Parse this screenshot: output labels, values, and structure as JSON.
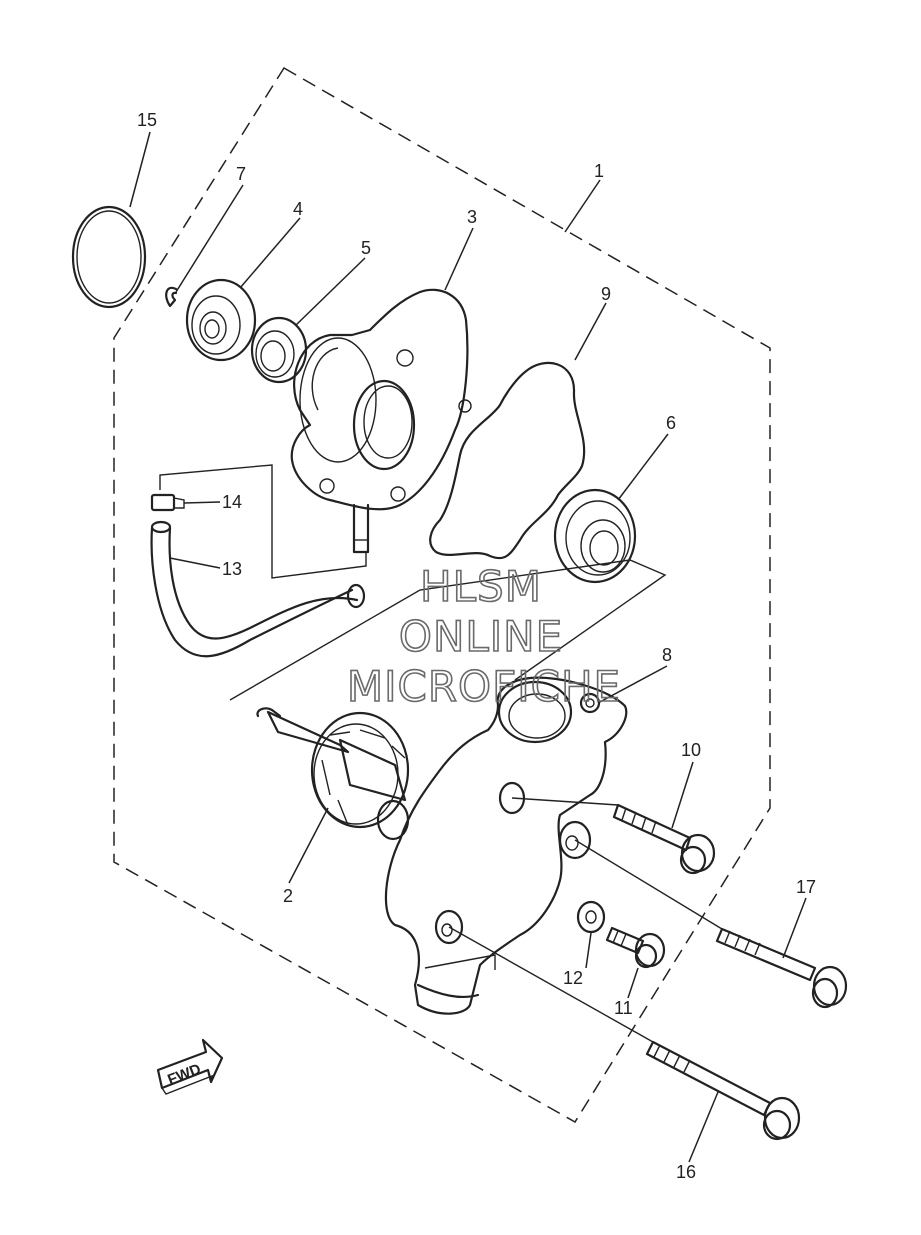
{
  "callouts": {
    "c1": "1",
    "c2": "2",
    "c3": "3",
    "c4": "4",
    "c5": "5",
    "c6": "6",
    "c7": "7",
    "c8": "8",
    "c9": "9",
    "c10": "10",
    "c11": "11",
    "c12": "12",
    "c13": "13",
    "c14": "14",
    "c15": "15",
    "c16": "16",
    "c17": "17"
  },
  "watermark": {
    "line1": "HLSM",
    "line2": "ONLINE",
    "line3": "MICROFICHE"
  },
  "fwd_label": "FWD"
}
